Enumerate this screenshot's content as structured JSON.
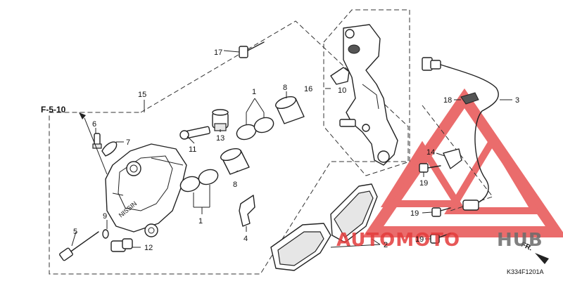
{
  "reference": {
    "label": "F-5-10"
  },
  "drawing_code": "K334F1201A",
  "direction": {
    "label": "FR."
  },
  "watermark": {
    "part1": "AUTOMOTO",
    "part2": "HUB",
    "color_red": "#e33b3b",
    "color_grey": "#6b6b6b"
  },
  "callouts": {
    "c1a": "1",
    "c1b": "1",
    "c2": "2",
    "c3": "3",
    "c4": "4",
    "c5": "5",
    "c6": "6",
    "c7": "7",
    "c8a": "8",
    "c8b": "8",
    "c9": "9",
    "c10": "10",
    "c11": "11",
    "c12": "12",
    "c13": "13",
    "c14": "14",
    "c15": "15",
    "c16": "16",
    "c17": "17",
    "c18": "18",
    "c19a": "19",
    "c19b": "19",
    "c19c": "19"
  }
}
